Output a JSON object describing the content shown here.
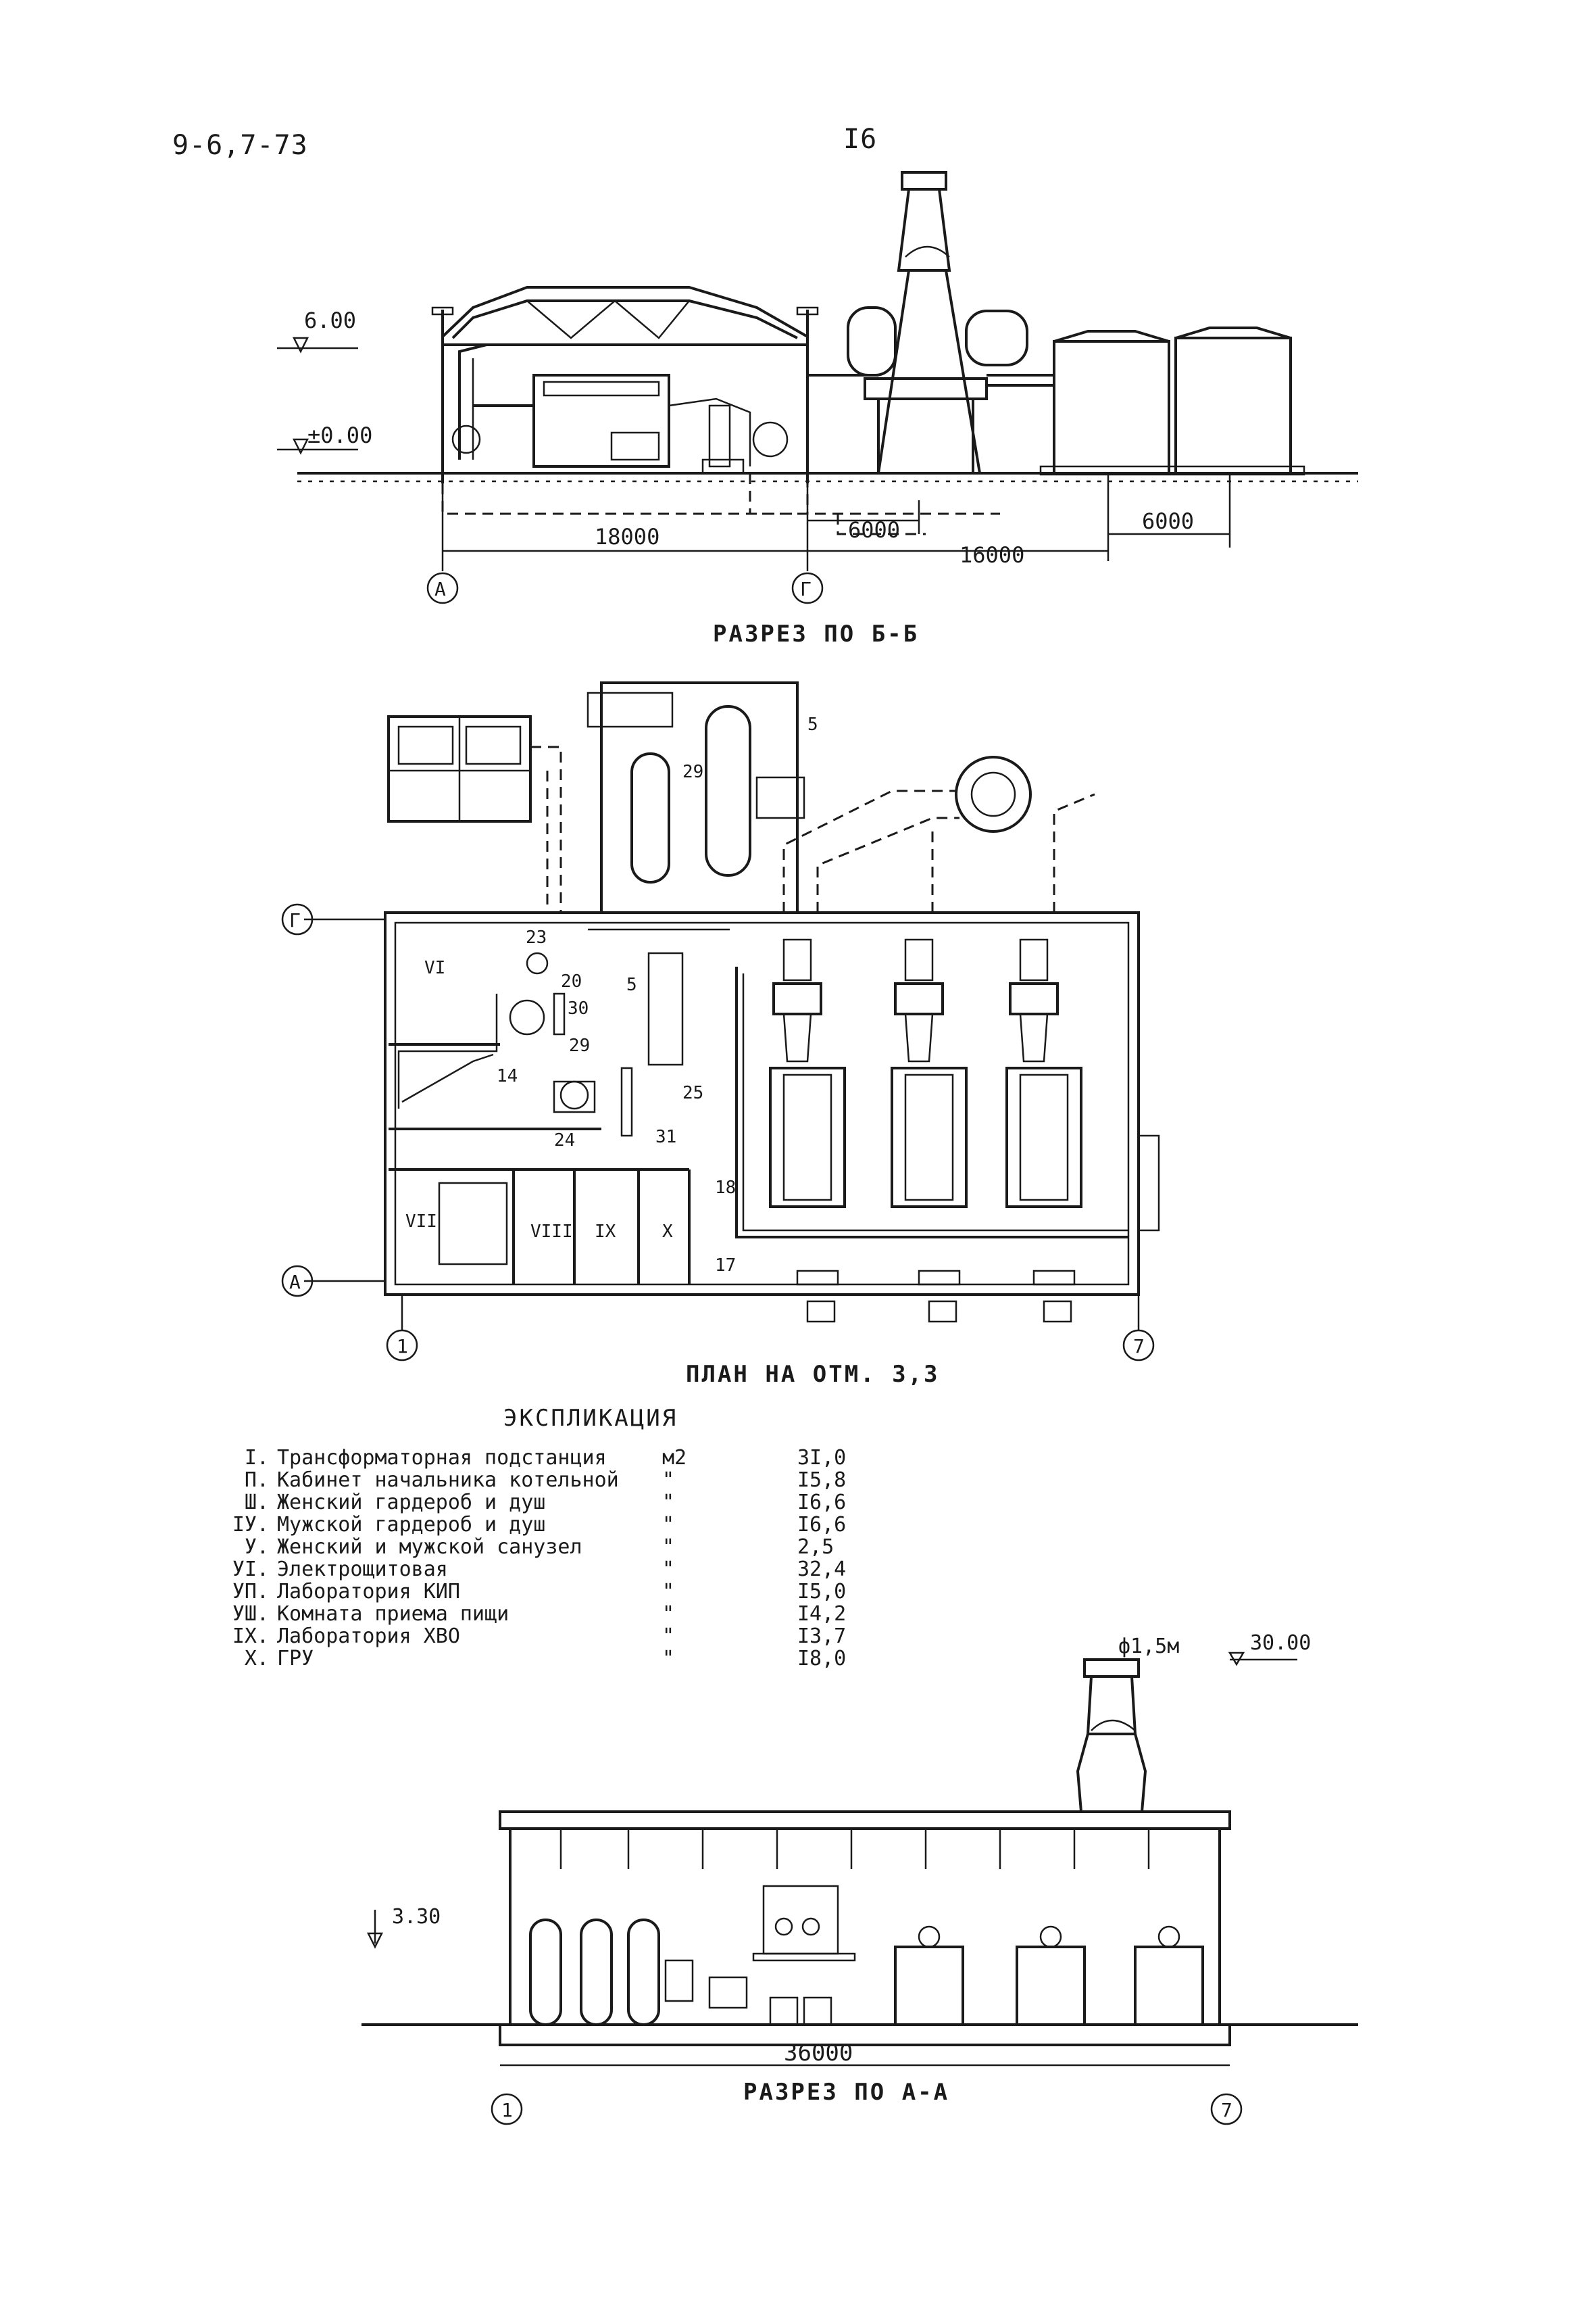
{
  "header": {
    "doc_code": "9-6,7-73",
    "page_number": "I6"
  },
  "section_bb": {
    "title": "РАЗРЕЗ ПО Б-Б",
    "level_top": "6.00",
    "level_ground": "±0.00",
    "dim_1": "18000",
    "dim_2": "6000",
    "dim_3": "16000",
    "dim_4": "6000",
    "axis_a": "А",
    "axis_g": "Г"
  },
  "plan": {
    "title": "ПЛАН НА ОТМ. 3,3",
    "axis_g": "Г",
    "axis_a": "А",
    "axis_1": "1",
    "axis_7": "7",
    "tags": [
      "29",
      "5",
      "23",
      "20",
      "5",
      "30",
      "29",
      "14",
      "25",
      "24",
      "31",
      "18",
      "17"
    ],
    "rooms": [
      "VI",
      "VII",
      "VIII",
      "IX",
      "X"
    ]
  },
  "explication": {
    "title": "ЭКСПЛИКАЦИЯ",
    "rows": [
      {
        "no": "I.",
        "name": "Трансформаторная подстанция",
        "unit": "м2",
        "area": "3I,0"
      },
      {
        "no": "П.",
        "name": "Кабинет начальника котельной",
        "unit": "\"",
        "area": "I5,8"
      },
      {
        "no": "Ш.",
        "name": "Женский гардероб и душ",
        "unit": "\"",
        "area": "I6,6"
      },
      {
        "no": "IУ.",
        "name": "Мужской гардероб и душ",
        "unit": "\"",
        "area": "I6,6"
      },
      {
        "no": "У.",
        "name": "Женский и мужской санузел",
        "unit": "\"",
        "area": "2,5"
      },
      {
        "no": "УI.",
        "name": "Электрощитовая",
        "unit": "\"",
        "area": "32,4"
      },
      {
        "no": "УП.",
        "name": "Лаборатория КИП",
        "unit": "\"",
        "area": "I5,0"
      },
      {
        "no": "УШ.",
        "name": "Комната приема пищи",
        "unit": "\"",
        "area": "I4,2"
      },
      {
        "no": "IX.",
        "name": "Лаборатория ХВО",
        "unit": "\"",
        "area": "I3,7"
      },
      {
        "no": "X.",
        "name": "ГРУ",
        "unit": "\"",
        "area": "I8,0"
      }
    ]
  },
  "section_aa": {
    "title": "РАЗРЕЗ ПО А-А",
    "stack_dia": "ф1,5м",
    "level_top": "30.00",
    "level_mid": "3.30",
    "dim_total": "36000",
    "axis_1": "1",
    "axis_7": "7"
  }
}
